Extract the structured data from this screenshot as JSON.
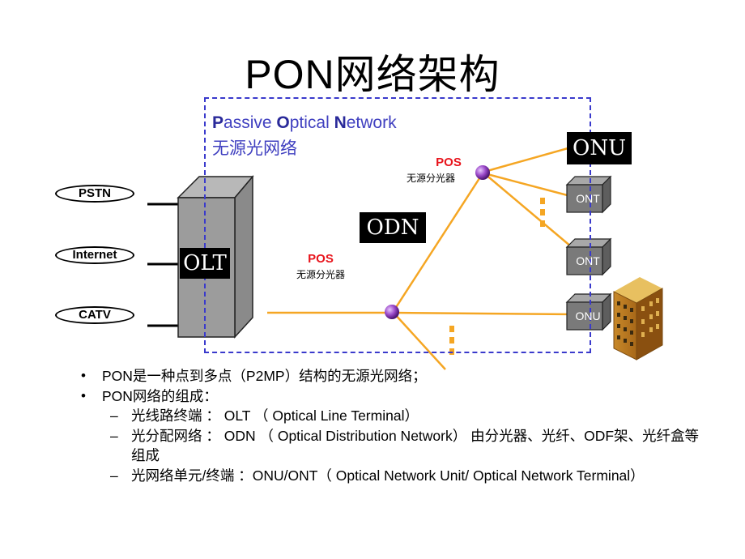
{
  "title": "PON网络架构",
  "pon_box": {
    "label_en_parts": [
      {
        "initial": "P",
        "rest": "assive "
      },
      {
        "initial": "O",
        "rest": "ptical "
      },
      {
        "initial": "N",
        "rest": "etwork"
      }
    ],
    "label_zh": "无源光网络"
  },
  "services": [
    "PSTN",
    "Internet",
    "CATV"
  ],
  "olt_label": "OLT",
  "odn_label": "ODN",
  "onu_big_label": "ONU",
  "splitters": [
    {
      "title": "POS",
      "subtitle": "无源分光器"
    },
    {
      "title": "POS",
      "subtitle": "无源分光器"
    }
  ],
  "end_devices": [
    "ONT",
    "ONT",
    "ONU"
  ],
  "colors": {
    "fiber": "#f5a623",
    "box_border": "#3a3acc",
    "pos_title": "#e8141c",
    "splitter": "#8a2bb8"
  },
  "bullets": [
    {
      "level": 1,
      "text": "PON是一种点到多点（P2MP）结构的无源光网络；"
    },
    {
      "level": 1,
      "text": "PON网络的组成："
    },
    {
      "level": 2,
      "text": "光线路终端 ：  OLT （ Optical Line Terminal）"
    },
    {
      "level": 2,
      "text": "光分配网络 ：  ODN （ Optical Distribution Network） 由分光器、光纤、ODF架、光纤盒等组成"
    },
    {
      "level": 2,
      "text": "光网络单元/终端 ：ONU/ONT（ Optical Network Unit/ Optical Network Terminal）"
    }
  ]
}
